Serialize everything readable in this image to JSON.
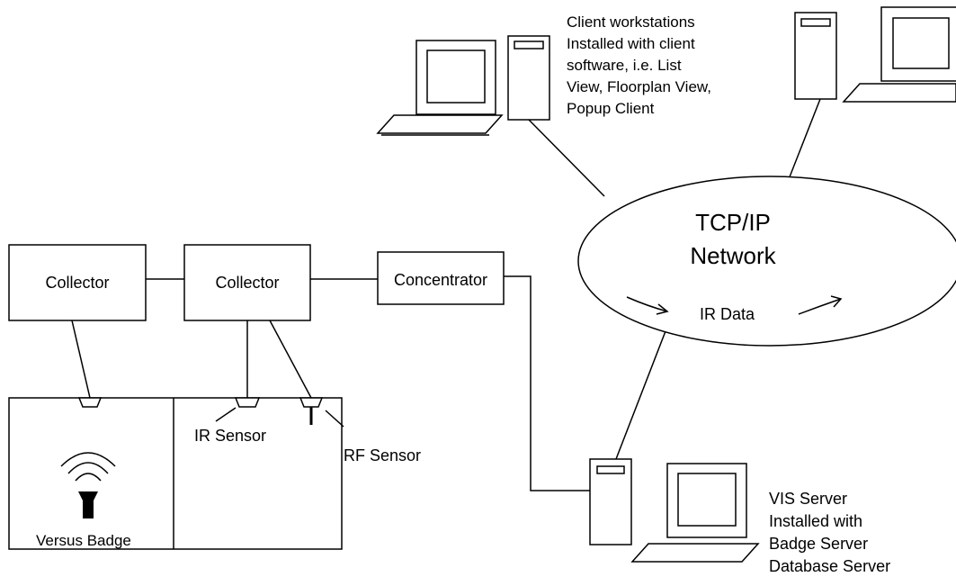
{
  "nodes": {
    "collector_1": "Collector",
    "collector_2": "Collector",
    "concentrator": "Concentrator",
    "network": [
      "TCP/IP",
      "Network"
    ],
    "ir_data": "IR Data",
    "ir_sensor": "IR Sensor",
    "rf_sensor": "RF Sensor",
    "versus_badge": "Versus Badge"
  },
  "notes": {
    "client_workstations": [
      "Client workstations",
      "Installed with client",
      "software, i.e. List",
      "View, Floorplan View,",
      "Popup Client"
    ],
    "vis_server": [
      "VIS Server",
      "Installed with",
      "Badge Server",
      "Database Server"
    ]
  }
}
